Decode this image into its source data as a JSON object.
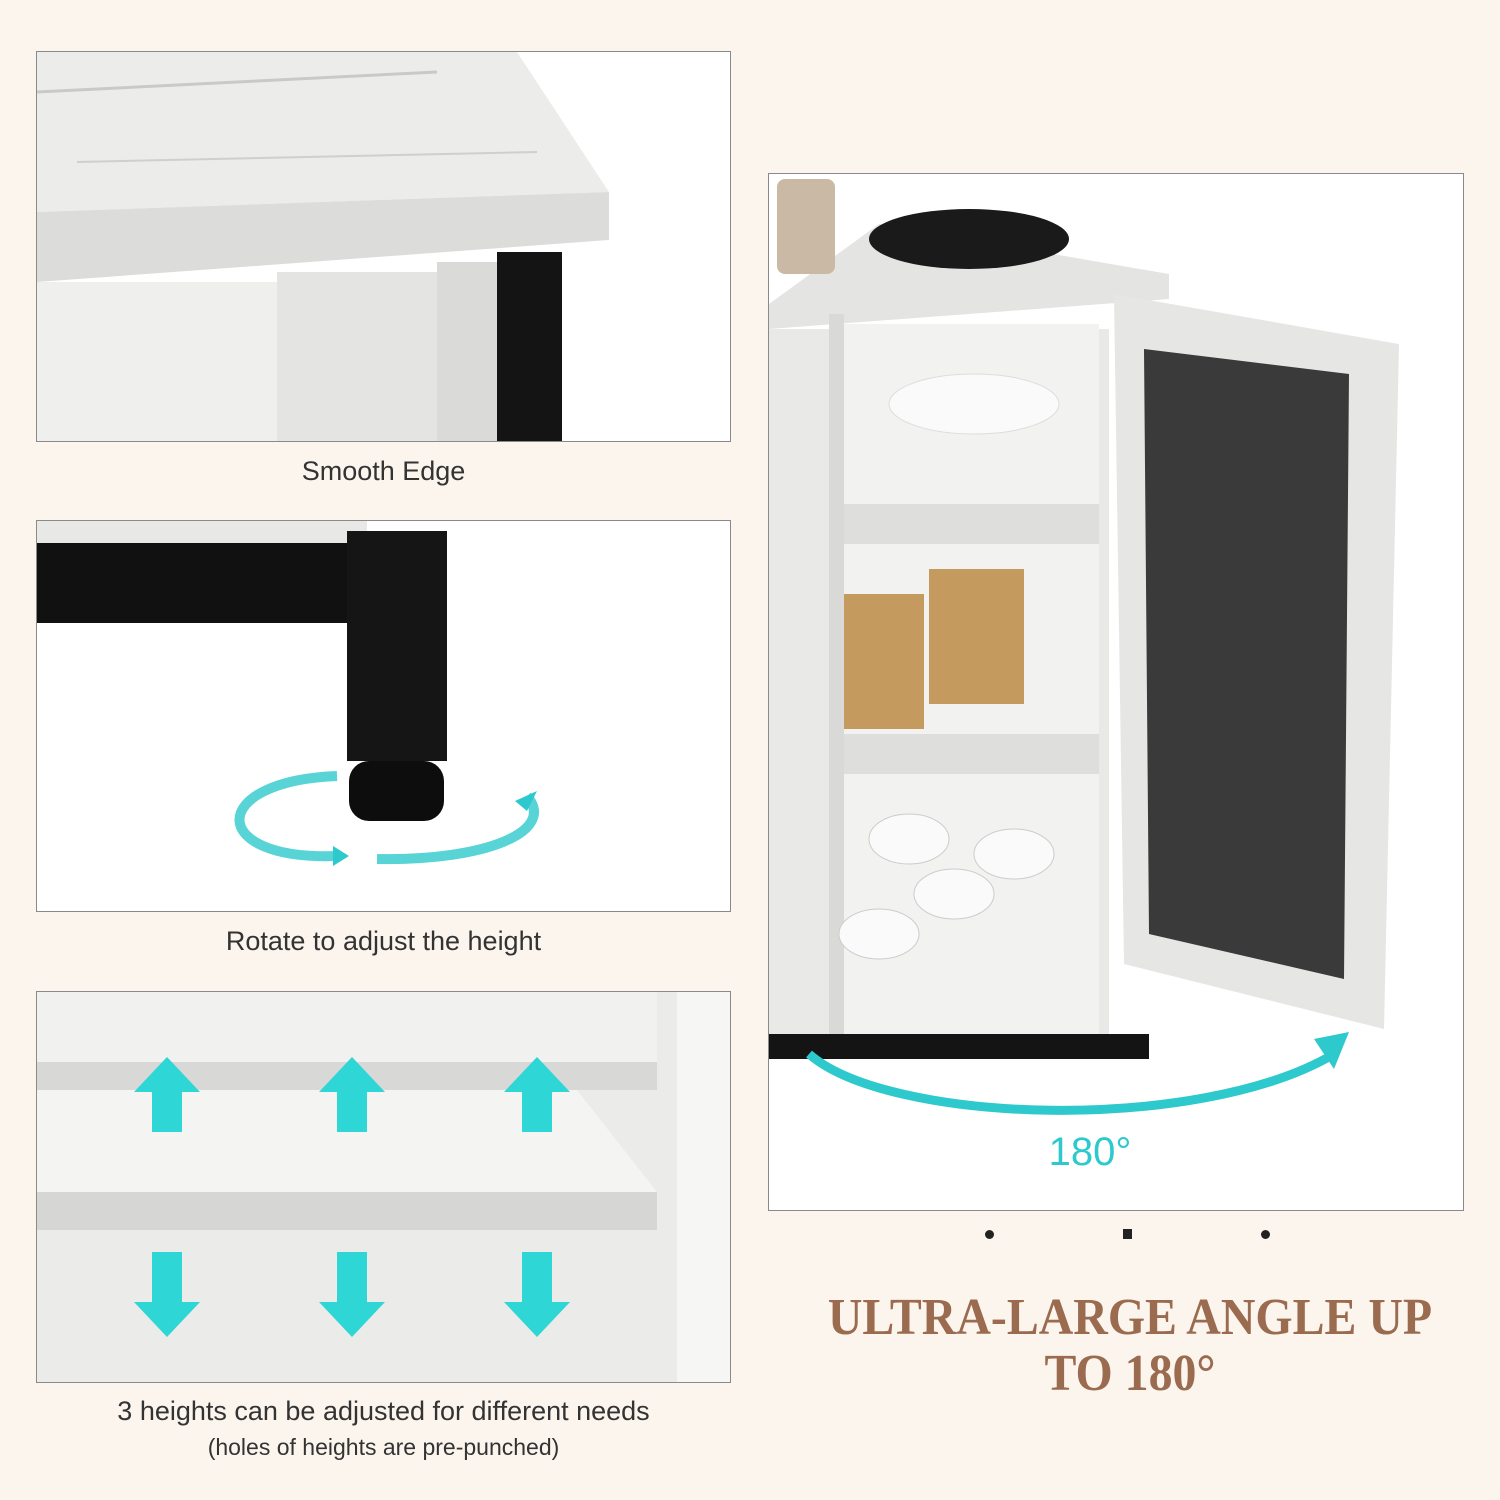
{
  "panels": [
    {
      "caption": "Smooth Edge"
    },
    {
      "caption": "Rotate to adjust the height"
    },
    {
      "caption": "3 heights can be adjusted for different needs",
      "subcaption": "(holes of heights are pre-punched)"
    }
  ],
  "feature": {
    "angle_label": "180°",
    "headline_line1": "ULTRA-LARGE ANGLE UP",
    "headline_line2": "TO 180°"
  },
  "carousel": {
    "dots": 3,
    "active": 2
  },
  "colors": {
    "background": "#fcf5ee",
    "headline": "#9b6b50",
    "accent_teal": "#2ec9cc",
    "frame_black": "#111111",
    "wood_white": "#e6e6e4"
  }
}
